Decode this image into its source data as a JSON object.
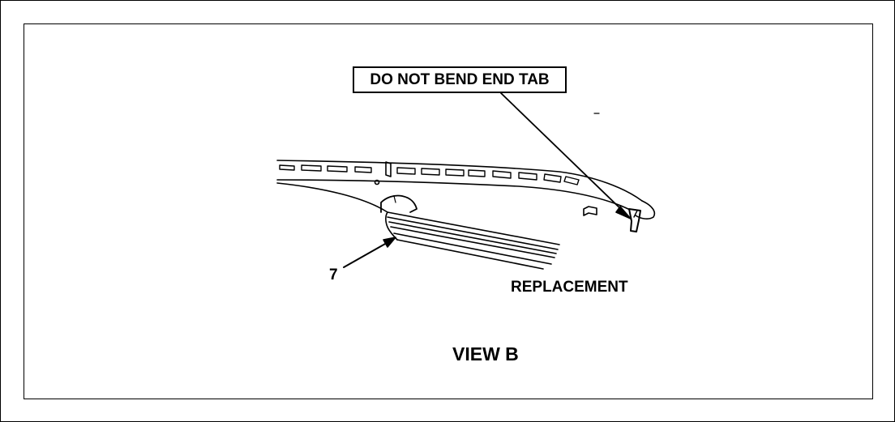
{
  "callout": {
    "text": "DO NOT BEND END TAB"
  },
  "labels": {
    "item_number": "7",
    "replacement": "REPLACEMENT",
    "view": "VIEW B"
  }
}
